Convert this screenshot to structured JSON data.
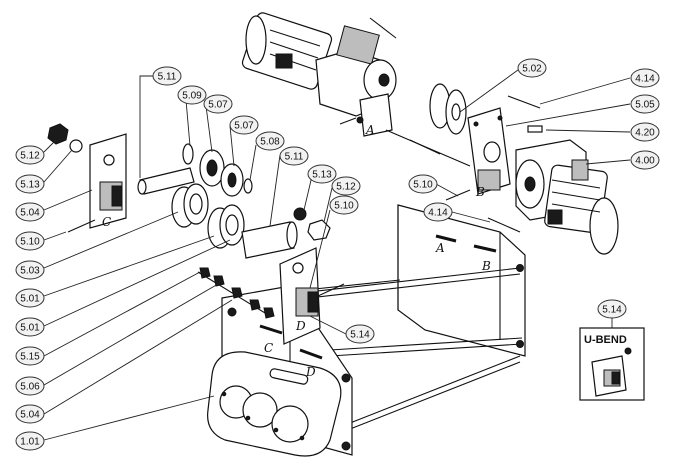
{
  "callouts": {
    "c_5_11_top": "5.11",
    "c_5_09": "5.09",
    "c_5_07_a": "5.07",
    "c_5_07_b": "5.07",
    "c_5_08": "5.08",
    "c_5_11_mid": "5.11",
    "c_5_13_right": "5.13",
    "c_5_12_right": "5.12",
    "c_5_10_right": "5.10",
    "c_5_12_left": "5.12",
    "c_5_13_left": "5.13",
    "c_5_04_top": "5.04",
    "c_5_10_left": "5.10",
    "c_5_03": "5.03",
    "c_5_01_a": "5.01",
    "c_5_01_b": "5.01",
    "c_5_15": "5.15",
    "c_5_06": "5.06",
    "c_5_04_bottom": "5.04",
    "c_1_01": "1.01",
    "c_5_14_center": "5.14",
    "c_5_02": "5.02",
    "c_4_14_top": "4.14",
    "c_5_05": "5.05",
    "c_4_20": "4.20",
    "c_4_00": "4.00",
    "c_5_10_mid": "5.10",
    "c_4_14_bottom": "4.14",
    "c_5_14_inset": "5.14"
  },
  "letters": {
    "a_motor": "A",
    "b_motor": "B",
    "a_frame": "A",
    "b_frame": "B",
    "c_frame": "C",
    "d_frame": "D",
    "c_bracket": "C",
    "d_bracket": "D"
  },
  "inset": {
    "title": "U-BEND"
  }
}
